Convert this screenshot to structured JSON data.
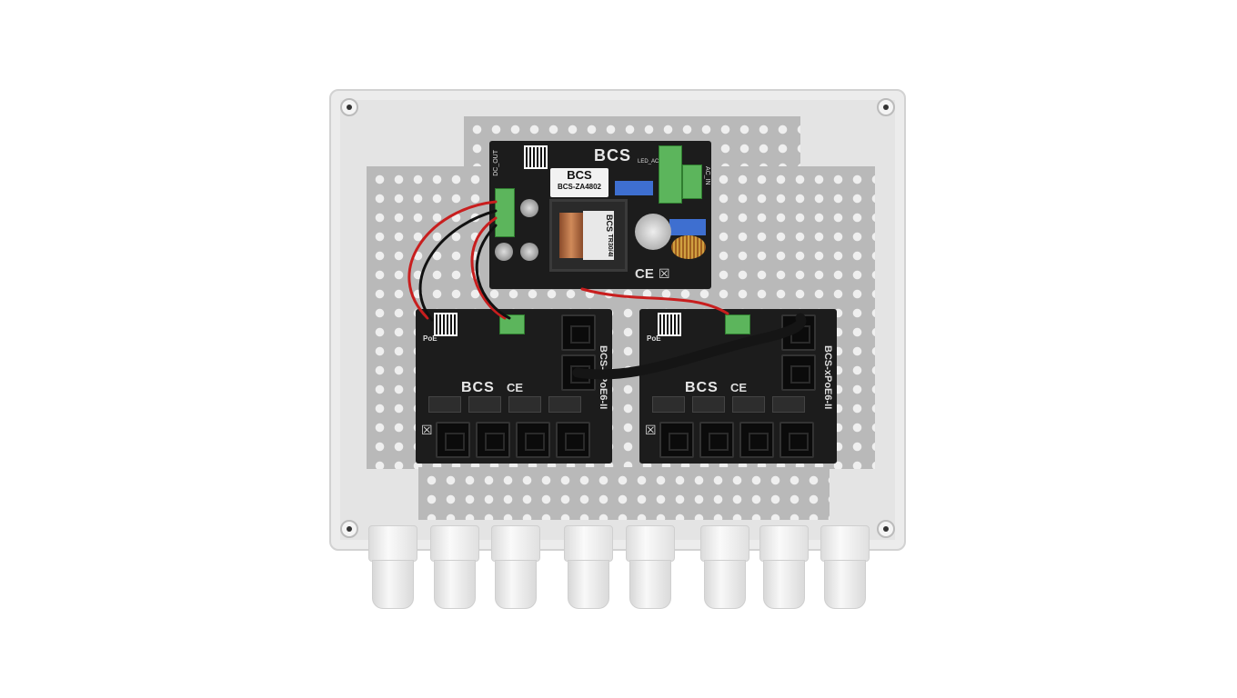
{
  "psu_board": {
    "brand_logo": "BCS",
    "label_logo": "BCS",
    "model": "BCS-ZA4802",
    "transformer_label": "BCS",
    "transformer_code": "TR30/4I",
    "led_label": "LED_AC",
    "dc_out_label": "DC_OUT",
    "ac_in_label": "AC_IN",
    "ce_mark": "CE"
  },
  "poe_boards": [
    {
      "brand_logo": "BCS",
      "model": "BCS-xPoE6-II",
      "poe_label": "PoE",
      "ce_mark": "CE"
    },
    {
      "brand_logo": "BCS",
      "model": "BCS-xPoE6-II",
      "poe_label": "PoE",
      "ce_mark": "CE"
    }
  ],
  "colors": {
    "pcb": "#1c1c1c",
    "terminal": "#5cb55c",
    "enclosure": "#e4e4e4",
    "plate": "#b9b9b9"
  }
}
